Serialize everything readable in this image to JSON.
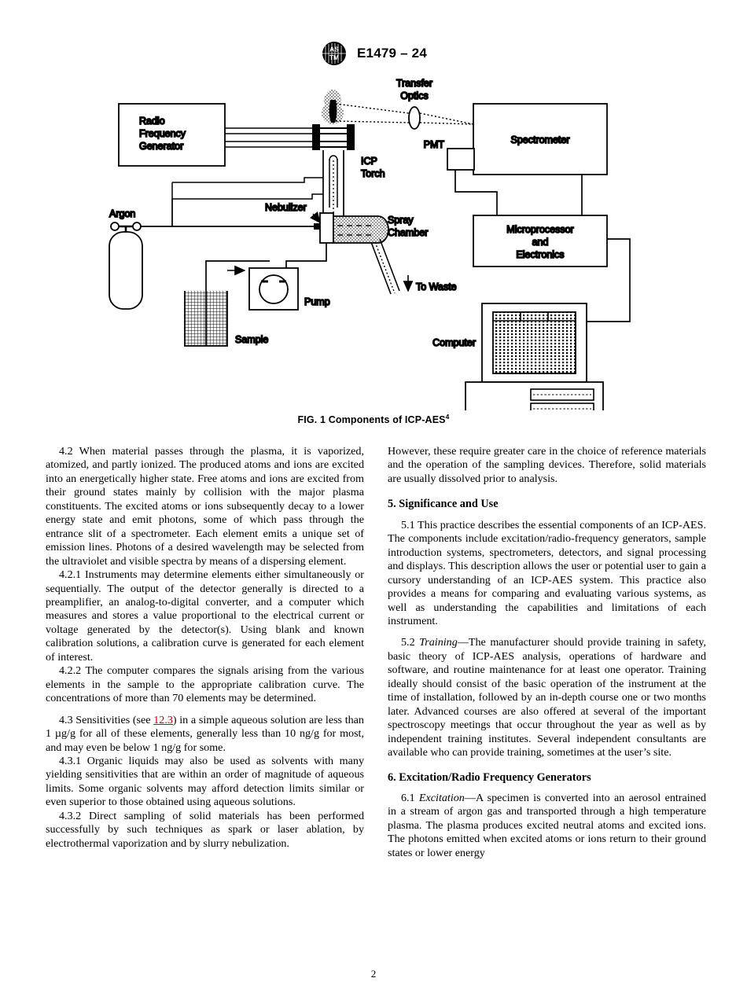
{
  "header": {
    "logo_alt": "ASTM International logo",
    "designation": "E1479 – 24"
  },
  "figure": {
    "caption_text": "FIG. 1  Components of ICP-AES",
    "caption_footnote": "4",
    "labels": {
      "rf_generator_line1": "Radio",
      "rf_generator_line2": "Frequency",
      "rf_generator_line3": "Generator",
      "transfer_optics_line1": "Transfer",
      "transfer_optics_line2": "Optics",
      "spectrometer": "Spectrometer",
      "pmt": "PMT",
      "icp_torch_line1": "ICP",
      "icp_torch_line2": "Torch",
      "microprocessor_line1": "Microprocessor",
      "microprocessor_line2": "and",
      "microprocessor_line3": "Electronics",
      "argon": "Argon",
      "nebulizer": "Nebulizer",
      "spray_chamber_line1": "Spray",
      "spray_chamber_line2": "Chamber",
      "pump": "Pump",
      "sample": "Sample",
      "to_waste": "To Waste",
      "computer": "Computer"
    }
  },
  "left_column": {
    "p_4_2": "4.2 When material passes through the plasma, it is vaporized, atomized, and partly ionized. The produced atoms and ions are excited into an energetically higher state. Free atoms and ions are excited from their ground states mainly by collision with the major plasma constituents. The excited atoms or ions subsequently decay to a lower energy state and emit photons, some of which pass through the entrance slit of a spectrometer. Each element emits a unique set of emission lines. Photons of a desired wavelength may be selected from the ultraviolet and visible spectra by means of a dispersing element.",
    "p_4_2_1": "4.2.1 Instruments may determine elements either simultaneously or sequentially. The output of the detector generally is directed to a preamplifier, an analog-to-digital converter, and a computer which measures and stores a value proportional to the electrical current or voltage generated by the detector(s). Using blank and known calibration solutions, a calibration curve is generated for each element of interest.",
    "p_4_2_2": "4.2.2 The computer compares the signals arising from the various elements in the sample to the appropriate calibration curve. The concentrations of more than 70 elements may be determined.",
    "p_4_3_part1": "4.3  Sensitivities (see ",
    "p_4_3_xref": "12.3",
    "p_4_3_part2": ") in a simple aqueous solution are less than 1 µg/g for all of these elements, generally less than 10 ng/g for most, and may even be below 1 ng/g for some.",
    "p_4_3_1": "4.3.1 Organic liquids may also be used as solvents with many yielding sensitivities that are within an order of magnitude of aqueous limits. Some organic solvents may afford detection limits similar or even superior to those obtained using aqueous solutions.",
    "p_4_3_2": "4.3.2 Direct sampling of solid materials has been performed successfully by such techniques as spark or laser ablation, by electrothermal vaporization and by slurry nebulization."
  },
  "right_column": {
    "p_continued": "However, these require greater care in the choice of reference materials and the operation of the sampling devices. Therefore, solid materials are usually dissolved prior to analysis.",
    "heading_5": "5.  Significance and Use",
    "p_5_1": "5.1 This practice describes the essential components of an ICP-AES. The components include excitation/radio-frequency generators, sample introduction systems, spectrometers, detectors, and signal processing and displays. This description allows the user or potential user to gain a cursory understanding of an ICP-AES system. This practice also provides a means for comparing and evaluating various systems, as well as understanding the capabilities and limitations of each instrument.",
    "p_5_2_num": "5.2 ",
    "p_5_2_italic": "Training",
    "p_5_2_rest": "—The manufacturer should provide training in safety, basic theory of ICP-AES analysis, operations of hardware and software, and routine maintenance for at least one operator. Training ideally should consist of the basic operation of the instrument at the time of installation, followed by an in-depth course one or two months later. Advanced courses are also offered at several of the important spectroscopy meetings that occur throughout the year as well as by independent training institutes. Several independent consultants are available who can provide training, sometimes at the user’s site.",
    "heading_6": "6.  Excitation/Radio Frequency Generators",
    "p_6_1_num": "6.1 ",
    "p_6_1_italic": "Excitation",
    "p_6_1_rest": "—A specimen is converted into an aerosol entrained in a stream of argon gas and transported through a high temperature plasma. The plasma produces excited neutral atoms and excited ions. The photons emitted when excited atoms or ions return to their ground states or lower energy"
  },
  "footer": {
    "page_number": "2"
  }
}
